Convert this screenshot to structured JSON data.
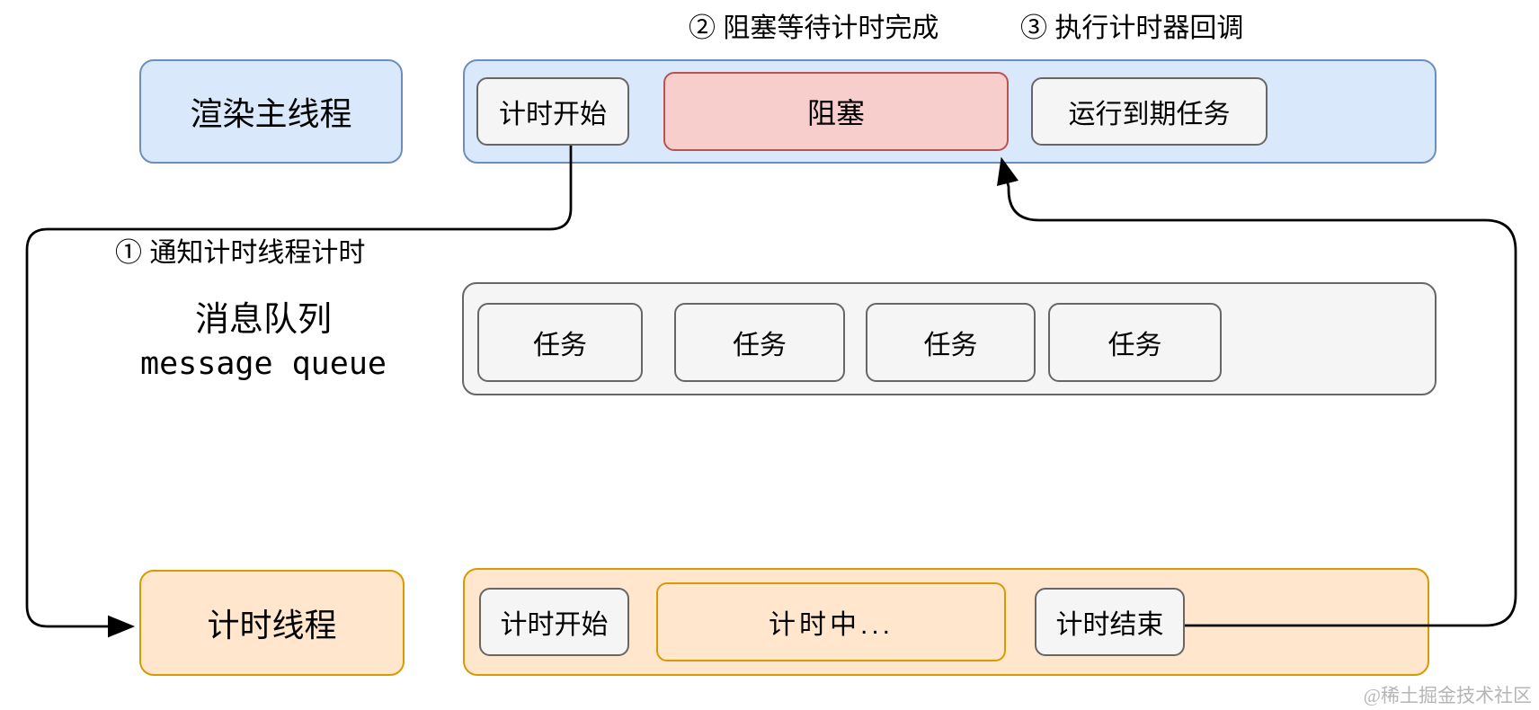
{
  "annotations": {
    "step1": "① 通知计时线程计时",
    "step2": "② 阻塞等待计时完成",
    "step3": "③ 执行计时器回调"
  },
  "main_thread": {
    "label": "渲染主线程",
    "timing_start": "计时开始",
    "block": "阻塞",
    "run_expired": "运行到期任务"
  },
  "message_queue": {
    "label_cn": "消息队列",
    "label_en": "message queue",
    "tasks": [
      "任务",
      "任务",
      "任务",
      "任务"
    ]
  },
  "timer_thread": {
    "label": "计时线程",
    "timing_start": "计时开始",
    "timing": "计时中...",
    "timing_end": "计时结束"
  },
  "watermark": "@稀土掘金技术社区",
  "colors": {
    "blue_fill": "#dae8fc",
    "blue_border": "#6c8ebf",
    "red_fill": "#f8cecc",
    "red_border": "#b85450",
    "orange_fill": "#ffe6cc",
    "orange_border": "#d79b00",
    "gray_fill": "#f5f5f5",
    "gray_border": "#666666",
    "line": "#000000"
  }
}
